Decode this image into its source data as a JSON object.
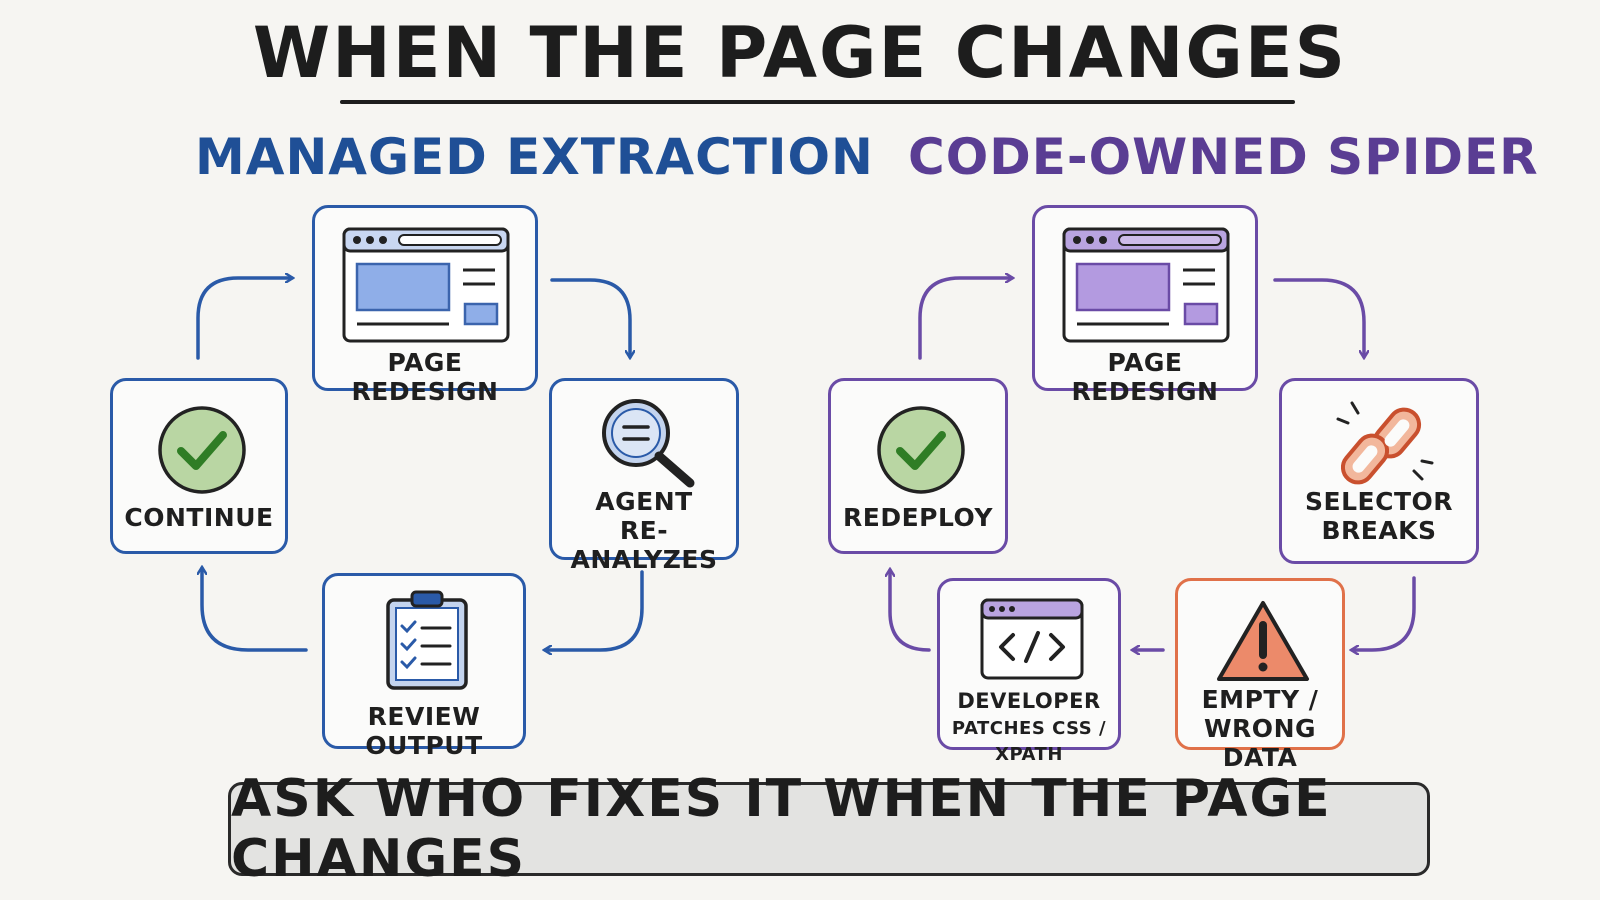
{
  "title": "WHEN THE PAGE CHANGES",
  "sections": {
    "managed": {
      "title": "MANAGED EXTRACTION",
      "color": "#2a5aa8",
      "nodes": {
        "page_redesign": "PAGE REDESIGN",
        "agent_line1": "AGENT",
        "agent_line2": "RE-ANALYZES",
        "review_output": "REVIEW OUTPUT",
        "continue": "CONTINUE"
      }
    },
    "code_owned": {
      "title": "CODE-OWNED SPIDER",
      "color": "#6a4ba6",
      "nodes": {
        "page_redesign": "PAGE REDESIGN",
        "selector_line1": "SELECTOR",
        "selector_line2": "BREAKS",
        "empty_line1": "EMPTY /",
        "empty_line2": "WRONG DATA",
        "developer_line1": "DEVELOPER",
        "developer_line2": "PATCHES CSS / XPATH",
        "redeploy": "REDEPLOY"
      }
    }
  },
  "footer": "ASK WHO FIXES IT WHEN THE PAGE CHANGES",
  "icons": {
    "browser": "browser-window-icon",
    "magnifier": "magnifying-glass-icon",
    "clipboard": "checklist-clipboard-icon",
    "check": "check-circle-icon",
    "broken_link": "broken-link-icon",
    "warning": "warning-triangle-icon",
    "code": "code-window-icon"
  }
}
